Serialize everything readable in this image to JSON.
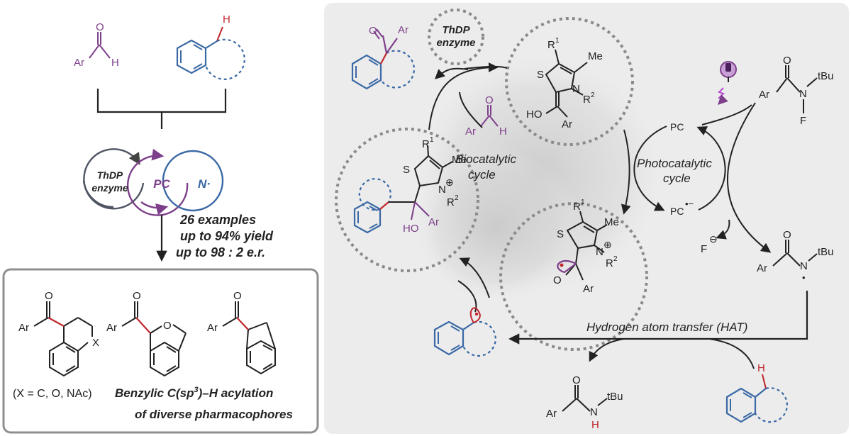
{
  "colors": {
    "purple": "#7d3f8a",
    "blue": "#3a69a5",
    "red": "#c0262c",
    "dark": "#222222",
    "gray_circle": "#8a8a8a",
    "panel": "#ececec"
  },
  "left_panel": {
    "reagent_aldehyde": {
      "ar": "Ar",
      "o": "O",
      "h": "H"
    },
    "reagent_arene": {
      "h": "H"
    },
    "venn": {
      "enzyme_line1": "ThDP",
      "enzyme_line2": "enzyme",
      "pc": "PC",
      "radical": "N·"
    },
    "stats": [
      "26 examples",
      "up to 94% yield",
      "up to 98 : 2 e.r."
    ],
    "products": {
      "p1": {
        "ar": "Ar",
        "o": "O",
        "x": "X"
      },
      "p2": {
        "ar": "Ar",
        "o": "O",
        "ring_o": "O"
      },
      "p3": {
        "ar": "Ar",
        "o": "O"
      },
      "x_note": "(X = C, O, NAc)",
      "caption_line1_a": "Benzylic C(sp",
      "caption_line1_sup": "3",
      "caption_line1_b": ")–H acylation",
      "caption_line2": "of diverse pharmacophores"
    }
  },
  "cycle_panel": {
    "labels": {
      "biocatalytic_1": "Biocatalytic",
      "biocatalytic_2": "cycle",
      "photocatalytic_1": "Photocatalytic",
      "photocatalytic_2": "cycle",
      "hat": "Hydrogen atom transfer (HAT)",
      "thdp_1": "ThDP",
      "thdp_2": "enzyme"
    },
    "product_top": {
      "o": "O",
      "ar": "Ar"
    },
    "aldehyde": {
      "o": "O",
      "ar": "Ar",
      "h": "H"
    },
    "breslow": {
      "r1": "R",
      "r1_sup": "1",
      "me": "Me",
      "s": "S",
      "n": "N",
      "r2": "R",
      "r2_sup": "2",
      "ho": "HO",
      "ar": "Ar"
    },
    "adduct": {
      "r1": "R",
      "r1_sup": "1",
      "me": "Me",
      "s": "S",
      "n": "N",
      "plus": "⊕",
      "r2": "R",
      "r2_sup": "2",
      "ho": "HO",
      "ar": "Ar"
    },
    "ketyl": {
      "r1": "R",
      "r1_sup": "1",
      "me": "Me",
      "s": "S",
      "n": "N",
      "plus": "⊕",
      "r2": "R",
      "r2_sup": "2",
      "o": "O",
      "ar": "Ar"
    },
    "photocat": {
      "pc_top": "PC",
      "pc_bottom": "PC",
      "rad_anion": "•−"
    },
    "reagent_nf": {
      "o": "O",
      "ar": "Ar",
      "n": "N",
      "tbu": "tBu",
      "f": "F"
    },
    "fluoride": {
      "f": "F",
      "charge": "⊖"
    },
    "amidyl": {
      "o": "O",
      "ar": "Ar",
      "n": "N",
      "tbu": "tBu",
      "dot": "•"
    },
    "amide": {
      "o": "O",
      "ar": "Ar",
      "n": "N",
      "h": "H",
      "tbu": "tBu"
    },
    "substrate": {
      "h": "H"
    }
  }
}
